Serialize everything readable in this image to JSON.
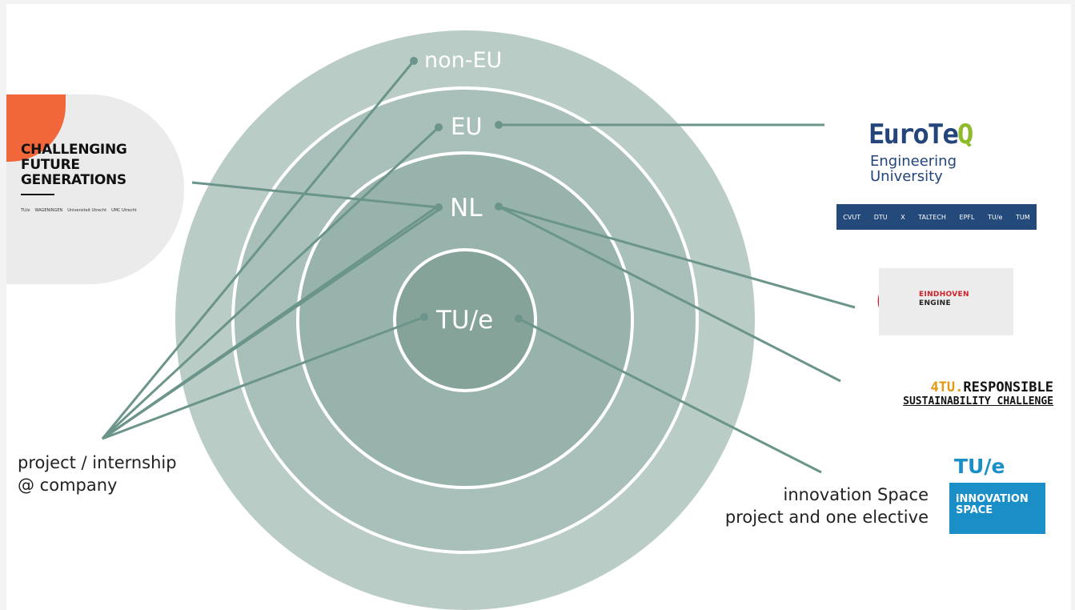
{
  "rings": [
    {
      "label": "non-EU",
      "color": "#b9ccc6"
    },
    {
      "label": "EU",
      "color": "#a8c0b9"
    },
    {
      "label": "NL",
      "color": "#98b3ab"
    },
    {
      "label": "TU/e",
      "color": "#86a39a"
    }
  ],
  "ring_border_color": "#ffffff",
  "connector_color": "#6b948a",
  "captions": {
    "left": [
      "project / internship",
      "@ company"
    ],
    "right": [
      "innovation Space",
      "project and one elective"
    ]
  },
  "logos": {
    "cfg": {
      "title": [
        "CHALLENGING",
        "FUTURE",
        "GENERATIONS"
      ],
      "partners": [
        "TU/e",
        "WAGENINGEN",
        "Universiteit Utrecht",
        "UMC Utrecht"
      ],
      "accent": "#f2673a"
    },
    "euroteq": {
      "word": "EuroTe",
      "word_q": "Q",
      "sub": [
        "Engineering",
        "University"
      ],
      "partners": [
        "CVUT",
        "DTU",
        "X",
        "TALTECH",
        "EPFL",
        "TU/e",
        "TUM"
      ]
    },
    "eindhoven_engine": {
      "lines": [
        "EINDHOVEN",
        "ENGINE"
      ],
      "accent": "#d32027"
    },
    "fourtu": {
      "prefix": "4TU.",
      "title": "RESPONSIBLE",
      "sub": "SUSTAINABILITY CHALLENGE"
    },
    "innovation_space": {
      "tue": "TU/e",
      "lines": [
        "iNNOVATION",
        "SPACE"
      ],
      "color": "#1a8fc7"
    }
  }
}
